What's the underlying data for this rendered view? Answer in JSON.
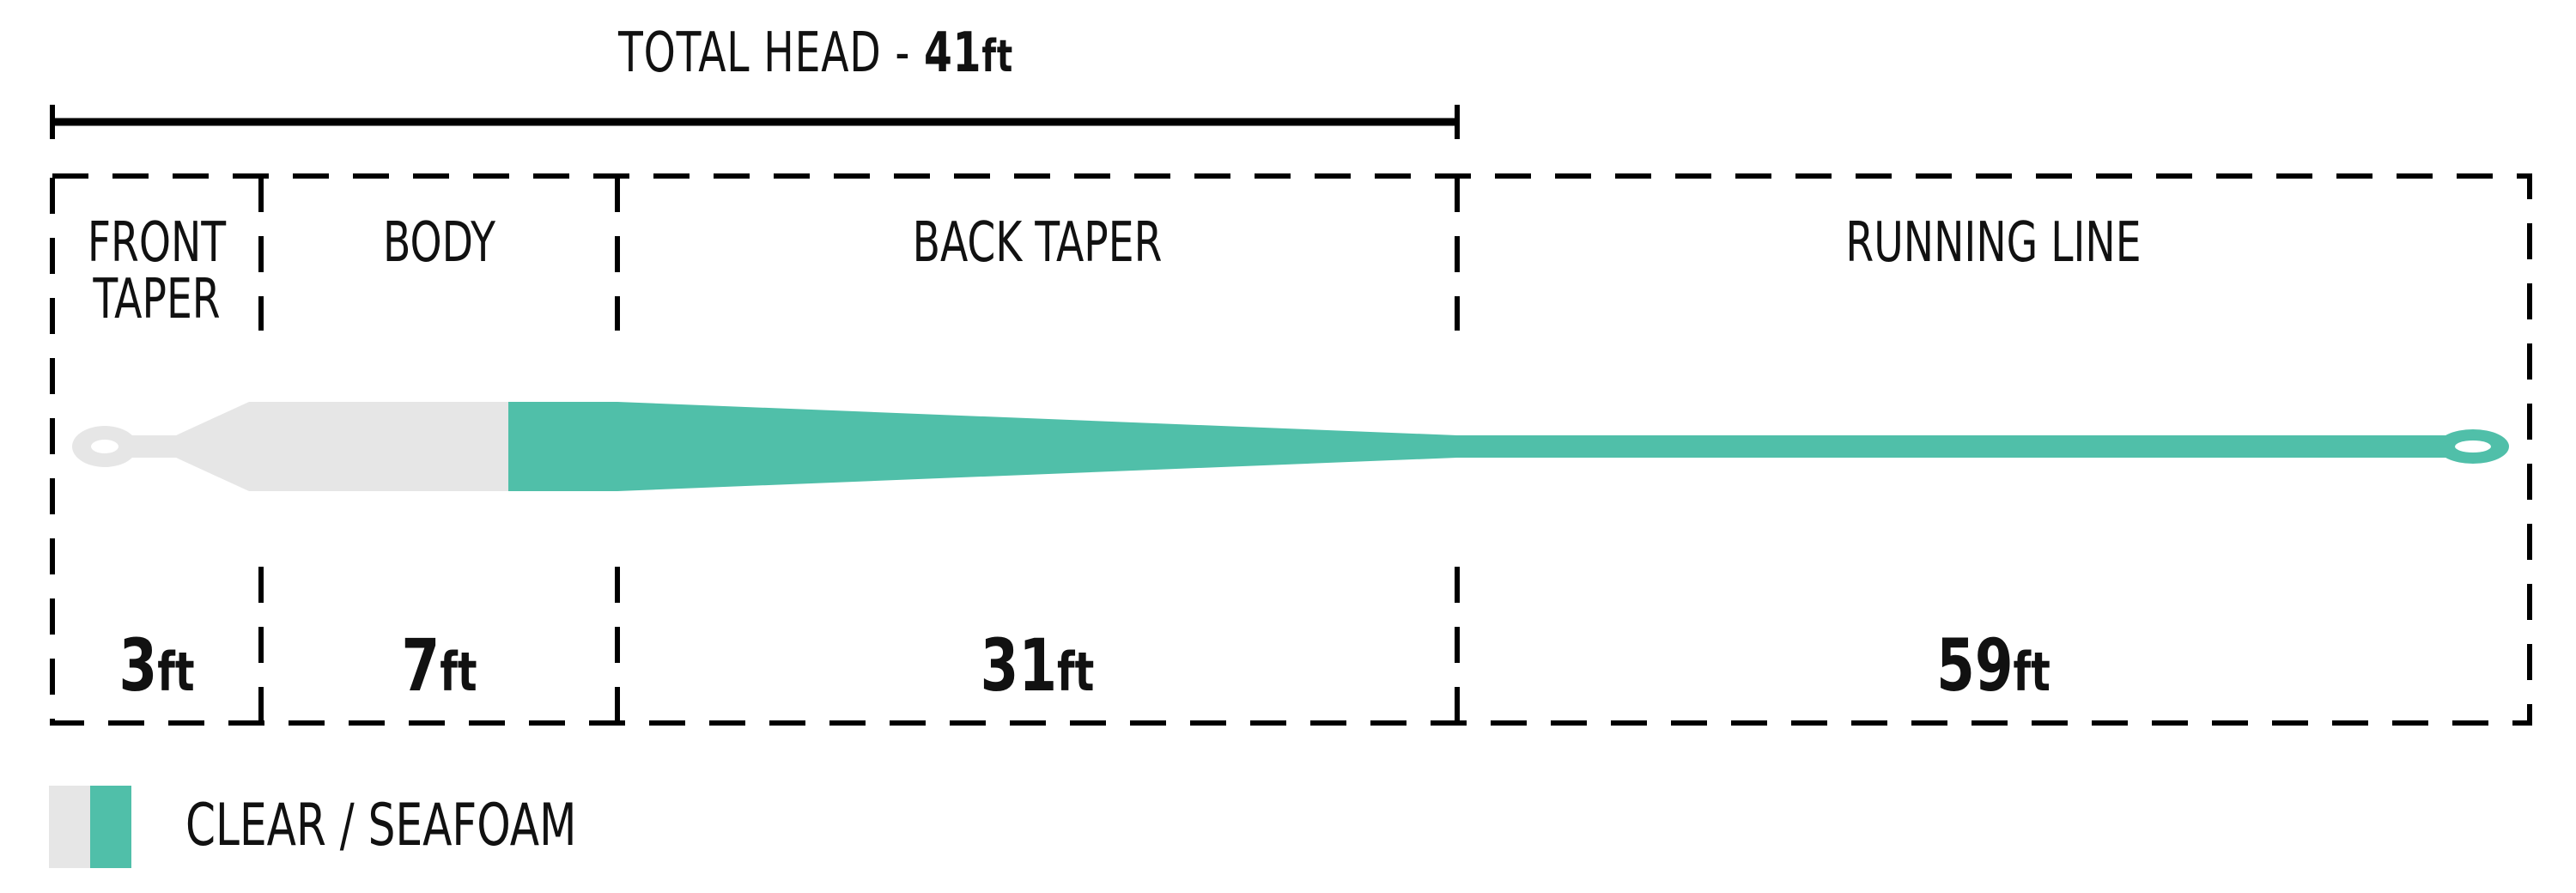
{
  "total_head": {
    "label": "TOTAL HEAD -",
    "value": "41",
    "unit": "ft"
  },
  "sections": [
    {
      "label_line1": "FRONT",
      "label_line2": "TAPER",
      "value": "3",
      "unit": "ft"
    },
    {
      "label_line1": "BODY",
      "label_line2": "",
      "value": "7",
      "unit": "ft"
    },
    {
      "label_line1": "BACK TAPER",
      "label_line2": "",
      "value": "31",
      "unit": "ft"
    },
    {
      "label_line1": "RUNNING LINE",
      "label_line2": "",
      "value": "59",
      "unit": "ft"
    }
  ],
  "legend": {
    "label": "CLEAR / SEAFOAM",
    "colors": [
      "#e6e6e6",
      "#50bfa9"
    ]
  },
  "colors": {
    "clear": "#e6e6e6",
    "seafoam": "#50bfa9",
    "lines": "#000000"
  }
}
